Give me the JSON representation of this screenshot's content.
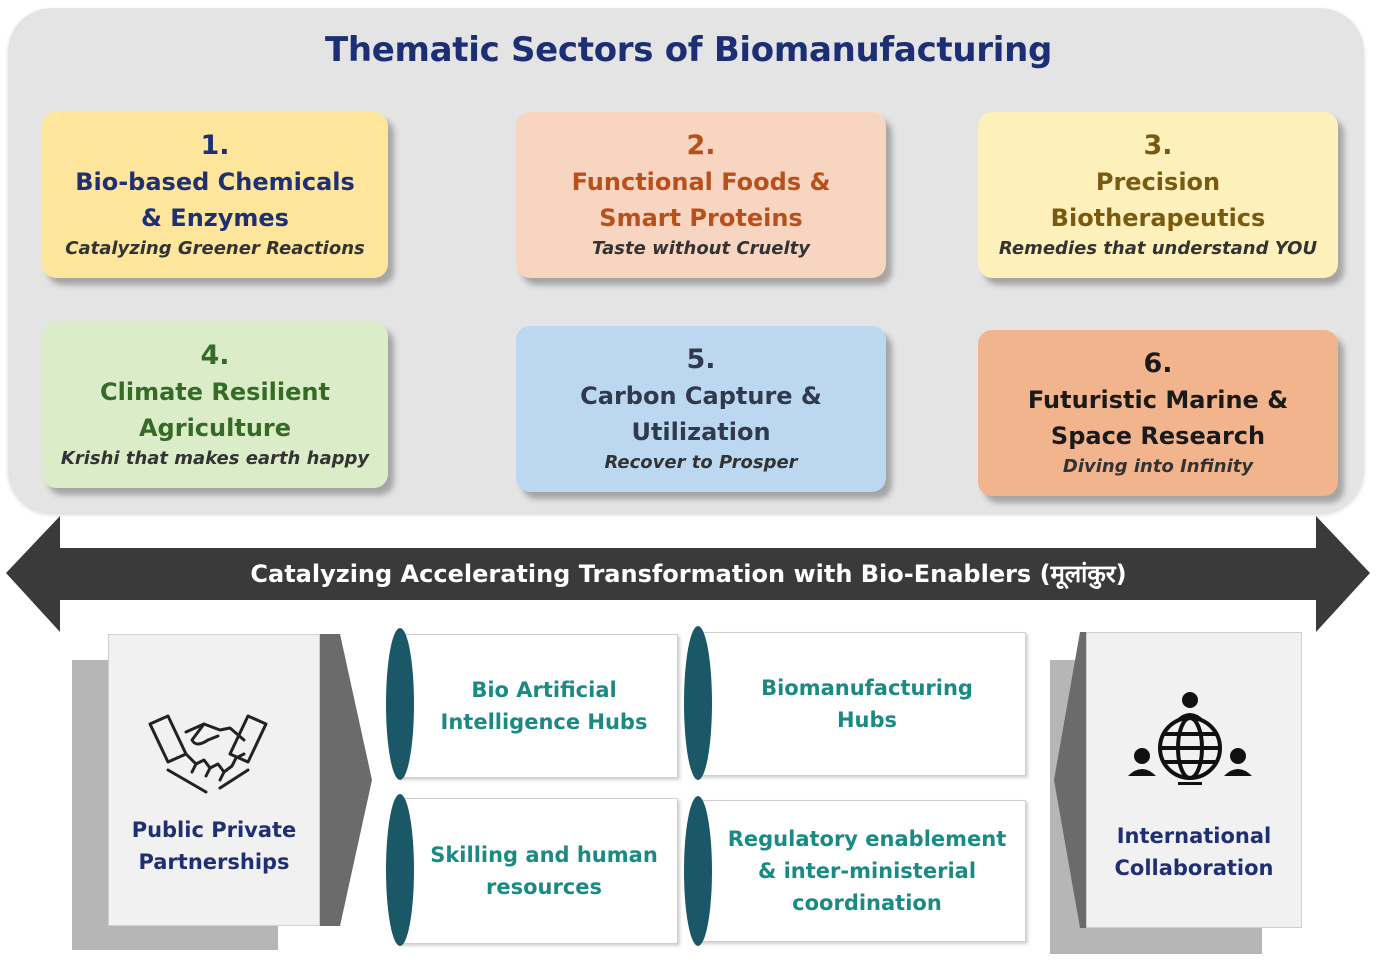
{
  "title": "Thematic Sectors of Biomanufacturing",
  "sectors": [
    {
      "num": "1.",
      "name_lines": [
        "Bio-based Chemicals",
        "& Enzymes"
      ],
      "tagline": "Catalyzing Greener Reactions"
    },
    {
      "num": "2.",
      "name_lines": [
        "Functional Foods &",
        "Smart Proteins"
      ],
      "tagline": "Taste without Cruelty"
    },
    {
      "num": "3.",
      "name_lines": [
        "Precision",
        "Biotherapeutics"
      ],
      "tagline": "Remedies that understand YOU"
    },
    {
      "num": "4.",
      "name_lines": [
        "Climate Resilient",
        "Agriculture"
      ],
      "tagline": "Krishi that makes earth happy"
    },
    {
      "num": "5.",
      "name_lines": [
        "Carbon Capture &",
        "Utilization"
      ],
      "tagline": "Recover to Prosper"
    },
    {
      "num": "6.",
      "name_lines": [
        "Futuristic Marine &",
        "Space Research"
      ],
      "tagline": "Diving into Infinity"
    }
  ],
  "banner": "Catalyzing Accelerating Transformation with Bio-Enablers (मूलांकुर)",
  "left_pillar": {
    "label_lines": [
      "Public Private",
      "Partnerships"
    ],
    "icon": "handshake-icon"
  },
  "right_pillar": {
    "label_lines": [
      "International",
      "Collaboration"
    ],
    "icon": "globe-network-icon"
  },
  "enablers": [
    {
      "lines": [
        "Bio Artificial",
        "Intelligence Hubs"
      ]
    },
    {
      "lines": [
        "Biomanufacturing",
        "Hubs"
      ]
    },
    {
      "lines": [
        "Skilling and human",
        "resources"
      ]
    },
    {
      "lines": [
        "Regulatory enablement",
        "& inter-ministerial",
        "coordination"
      ]
    }
  ],
  "colors": {
    "title": "#1d2f74",
    "enabler_text": "#1b8a84",
    "lens": "#1a5868",
    "arrow": "#3a3a3a"
  }
}
